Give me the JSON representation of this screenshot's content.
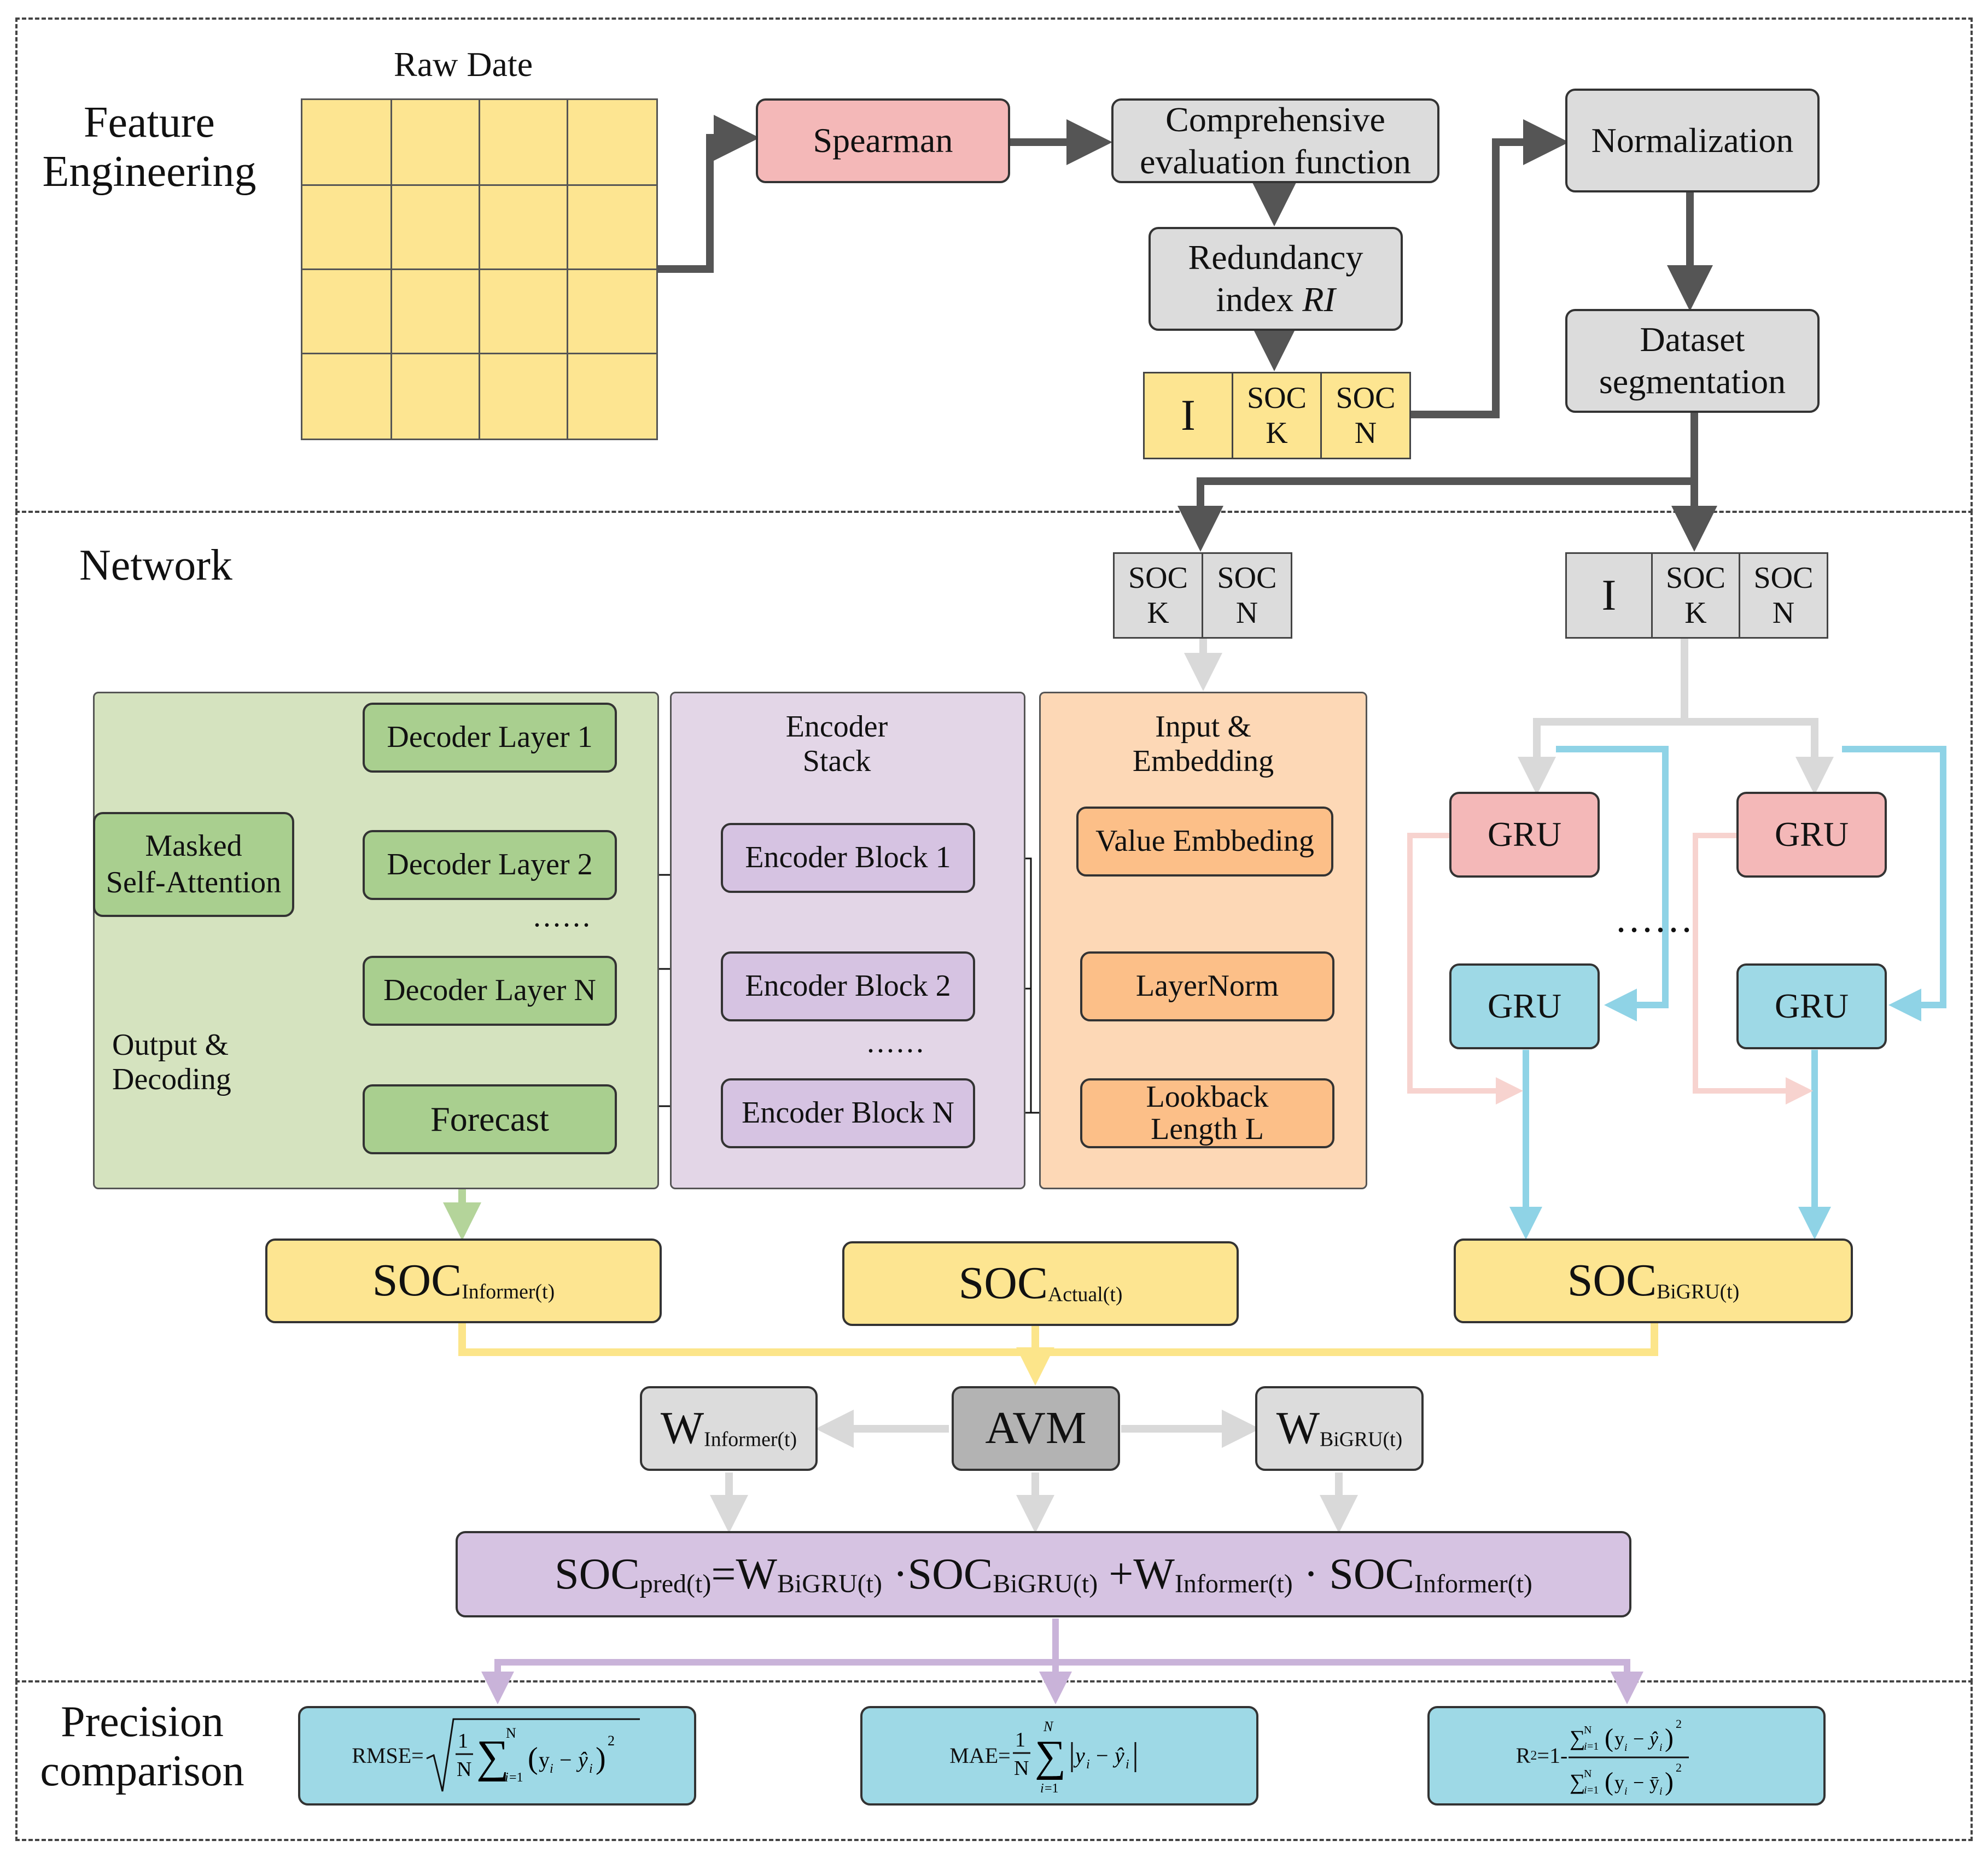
{
  "sections": {
    "feature": "Feature\nEngineering",
    "network": "Network",
    "precision": "Precision\ncomparison"
  },
  "feature_engineering": {
    "raw_data_title": "Raw Date",
    "spearman": "Spearman",
    "comprehensive": "Comprehensive\nevaluation function",
    "redundancy": "Redundancy",
    "redundancy_index": "index ",
    "redundancy_ri": "RI",
    "feature_cells": [
      "I",
      "SOC\nK",
      "SOC\nN"
    ],
    "normalization": "Normalization",
    "dataset_segmentation": "Dataset\nsegmentation"
  },
  "network": {
    "soc_pair_cells": [
      "SOC\nK",
      "SOC\nN"
    ],
    "triple_cells": [
      "I",
      "SOC\nK",
      "SOC\nN"
    ],
    "input_panel_title": "Input &\nEmbedding",
    "value_embedding": "Value Embbeding",
    "layernorm": "LayerNorm",
    "lookback": "Lookback\nLength L",
    "encoder_panel_title": "Encoder\nStack",
    "encoder_blocks": [
      "Encoder Block 1",
      "Encoder Block 2",
      "Encoder Block N"
    ],
    "encoder_dots": "......",
    "decoder_layers": [
      "Decoder Layer 1",
      "Decoder Layer 2",
      "Decoder Layer N"
    ],
    "decoder_dots": "......",
    "masked_attention": "Masked\nSelf-Attention",
    "output_decoding": "Output &\nDecoding",
    "forecast": "Forecast",
    "gru": "GRU",
    "gru_dots": "......"
  },
  "outputs": {
    "soc": "SOC",
    "informer_sub": "Informer(t)",
    "actual_sub": "Actual(t)",
    "bigru_sub": "BiGRU(t)",
    "w": "W",
    "avm": "AVM",
    "pred_sub": "pred(t)",
    "formula_eq": "=",
    "formula_dot": "·",
    "formula_plus": "+"
  },
  "metrics": {
    "rmse": "RMSE=",
    "mae": "MAE=",
    "r2": "R",
    "r2_rest": "=1-"
  },
  "colors": {
    "dark_arrow": "#555555",
    "light_arrow": "#d9d9d9",
    "green_arrow": "#b4d49a",
    "yellow_line": "#fce58a",
    "purple_line": "#c9b3d9",
    "blue_line": "#8fd3e6",
    "pink_line": "#f7d3cf"
  }
}
